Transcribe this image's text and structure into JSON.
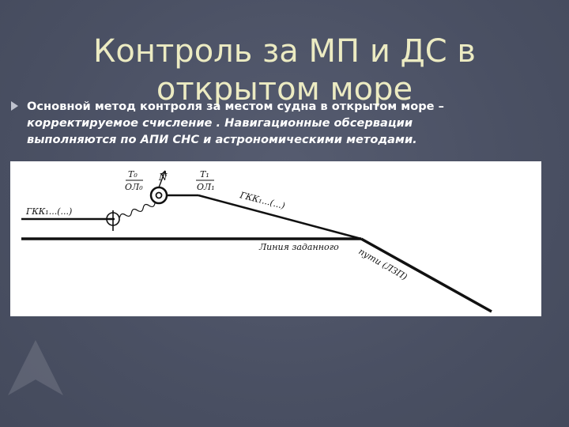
{
  "title": {
    "line1": "Контроль за МП и ДС в",
    "line2": "открытом море"
  },
  "paragraph": {
    "line1": "Основной метод контроля за местом судна в открытом море –",
    "line2": "корректируемое счисление . Навигационные обсервации",
    "line3": "выполняются  по АПИ СНС и астрономическими методами."
  },
  "figure": {
    "label_left": "ГКК₁...(...)",
    "label_mid": "ГКК₁...(...)",
    "label_t0_num": "T₀",
    "label_t0_den": "ОЛ₀",
    "label_t1_num": "T₁",
    "label_t1_den": "ОЛ₁",
    "label_north": "N",
    "label_route_1": "Линия заданного",
    "label_route_2": "пути (ЛЗП)"
  },
  "colors": {
    "background": "#4b5164",
    "title": "#ecebc2",
    "text": "#ffffff",
    "figure_bg": "#ffffff",
    "figure_ink": "#111111"
  }
}
